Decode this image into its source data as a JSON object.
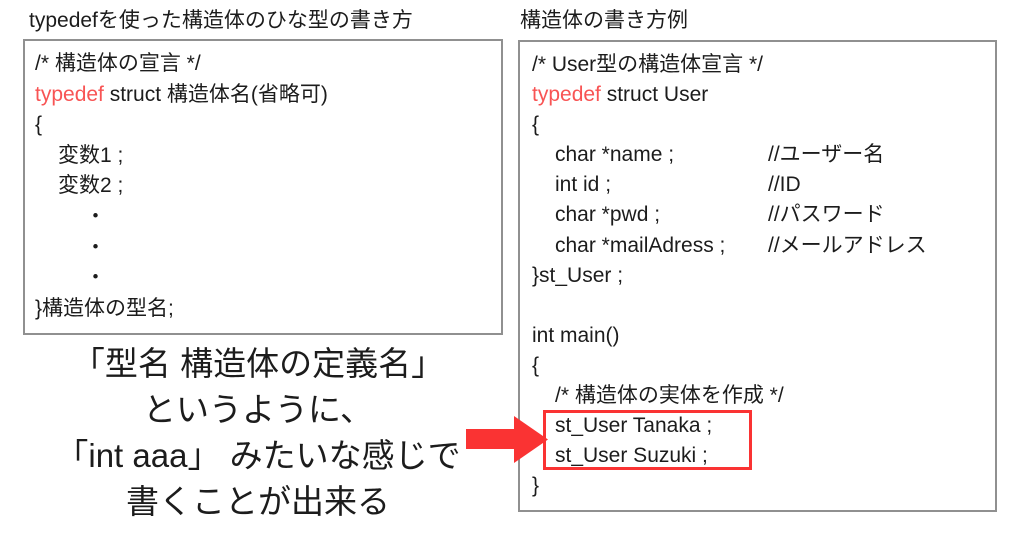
{
  "palette": {
    "keyword_red": "#f85454",
    "accent_red": "#fa3333",
    "box_border_gray": "#909090",
    "text_black": "#1c1c1c",
    "background": "#ffffff"
  },
  "icons": {
    "arrow": "red-right-arrow-icon"
  },
  "left": {
    "title": "typedefを使った構造体のひな型の書き方",
    "code": [
      {
        "code": "/* 構造体の宣言 */",
        "indent": 0
      },
      {
        "code": "typedef struct 構造体名(省略可)",
        "keyword": "typedef",
        "indent": 0
      },
      {
        "code": "{",
        "indent": 0
      },
      {
        "code": "変数1 ;",
        "indent": 1
      },
      {
        "code": "変数2 ;",
        "indent": 1
      },
      {
        "code": "・",
        "indent": 2
      },
      {
        "code": "・",
        "indent": 2
      },
      {
        "code": "・",
        "indent": 2
      },
      {
        "code": "}構造体の型名;",
        "indent": 0
      }
    ],
    "note_lines": [
      "「型名 構造体の定義名」",
      "というように、",
      "「int aaa」 みたいな感じで",
      "書くことが出来る"
    ]
  },
  "right": {
    "title": "構造体の書き方例",
    "code": [
      {
        "code": "/* User型の構造体宣言 */",
        "indent": 0
      },
      {
        "code": "typedef struct User",
        "keyword": "typedef",
        "indent": 0
      },
      {
        "code": "{",
        "indent": 0
      },
      {
        "code": "char *name ;",
        "indent": 1,
        "comment": "//ユーザー名"
      },
      {
        "code": "int id ;",
        "indent": 1,
        "comment": "//ID"
      },
      {
        "code": "char *pwd ;",
        "indent": 1,
        "comment": "//パスワード"
      },
      {
        "code": "char *mailAdress ;",
        "indent": 1,
        "comment": "//メールアドレス"
      },
      {
        "code": "}st_User ;",
        "indent": 0
      },
      {
        "code": "",
        "indent": 0
      },
      {
        "code": "int main()",
        "indent": 0
      },
      {
        "code": "{",
        "indent": 0
      },
      {
        "code": "/* 構造体の実体を作成 */",
        "indent": 1
      },
      {
        "code": "st_User Tanaka ;",
        "indent": 1,
        "highlighted": true
      },
      {
        "code": "st_User Suzuki ;",
        "indent": 1,
        "highlighted": true
      },
      {
        "code": "}",
        "indent": 0
      }
    ]
  }
}
